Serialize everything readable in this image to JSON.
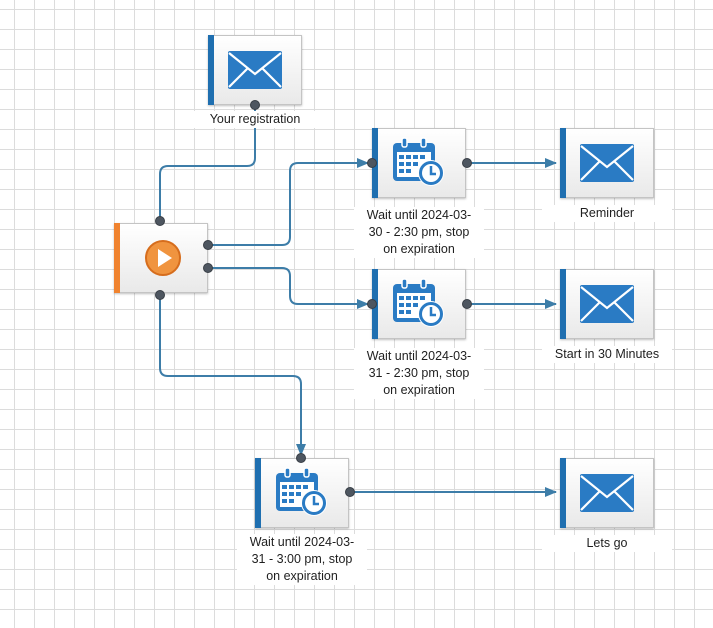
{
  "canvas": {
    "grid_color": "#dcdcdc",
    "connector_color": "#3d7da8",
    "port_color": "#4e5660"
  },
  "nodes": {
    "email_registration": {
      "type": "email",
      "icon": "envelope-icon",
      "label": "Your registration"
    },
    "start": {
      "type": "start",
      "icon": "play-icon",
      "label": ""
    },
    "wait_1": {
      "type": "wait",
      "icon": "calendar-clock-icon",
      "label": "Wait until 2024-03-\n30 - 2:30 pm, stop\non expiration"
    },
    "wait_2": {
      "type": "wait",
      "icon": "calendar-clock-icon",
      "label": "Wait until 2024-03-\n31 - 2:30 pm, stop\non expiration"
    },
    "wait_3": {
      "type": "wait",
      "icon": "calendar-clock-icon",
      "label": "Wait until 2024-03-\n31 - 3:00 pm, stop\non expiration"
    },
    "email_reminder": {
      "type": "email",
      "icon": "envelope-icon",
      "label": "Reminder"
    },
    "email_start": {
      "type": "email",
      "icon": "envelope-icon",
      "label": "Start in 30 Minutes"
    },
    "email_letsgo": {
      "type": "email",
      "icon": "envelope-icon",
      "label": "Lets go"
    }
  },
  "connections": [
    {
      "from": "email_registration",
      "to": "start"
    },
    {
      "from": "start",
      "to": "wait_1"
    },
    {
      "from": "start",
      "to": "wait_2"
    },
    {
      "from": "start",
      "to": "wait_3"
    },
    {
      "from": "wait_1",
      "to": "email_reminder"
    },
    {
      "from": "wait_2",
      "to": "email_start"
    },
    {
      "from": "wait_3",
      "to": "email_letsgo"
    }
  ],
  "colors": {
    "accent_blue": "#1f6fb0",
    "start_orange": "#f0832f",
    "icon_blue": "#2a7bc4"
  }
}
